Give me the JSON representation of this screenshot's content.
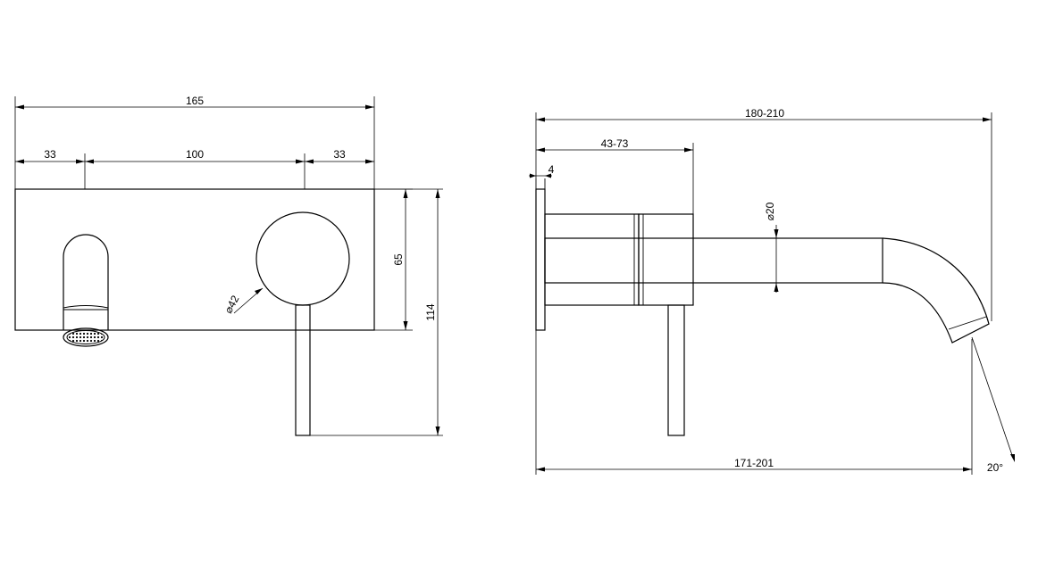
{
  "front_view": {
    "overall_width": "165",
    "left_offset": "33",
    "center_spacing": "100",
    "right_offset": "33",
    "plate_height": "65",
    "total_height": "114",
    "handle_diameter": "42"
  },
  "side_view": {
    "projection_range": "180-210",
    "wall_depth_range": "43-73",
    "plate_thickness": "4",
    "spout_diameter": "20",
    "spout_reach_range": "171-201",
    "spout_angle": "20°"
  },
  "symbols": {
    "diameter": "⌀"
  }
}
